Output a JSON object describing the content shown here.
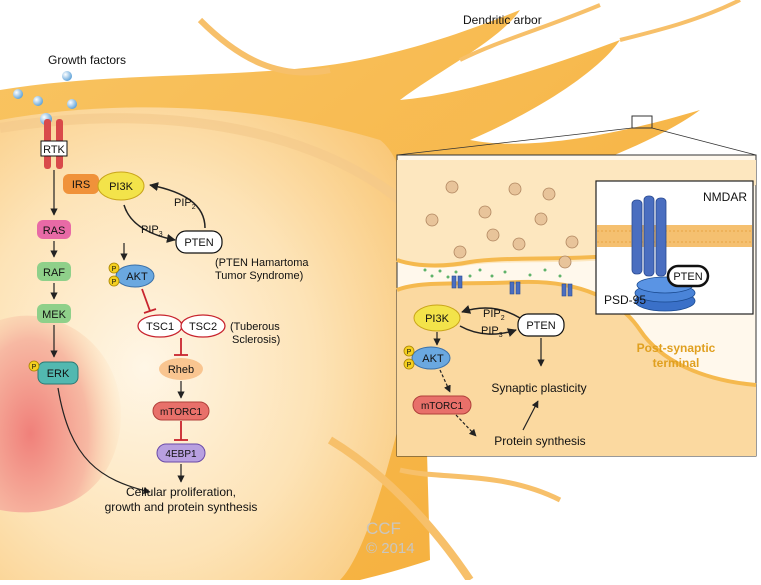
{
  "labels": {
    "growth_factors": "Growth factors",
    "dendritic_arbor": "Dendritic arbor",
    "rtk": "RTK",
    "irs": "IRS",
    "pi3k": "PI3K",
    "pip": "PIP",
    "pip2_sub": "2",
    "pip3_sub": "3",
    "pten": "PTEN",
    "pten_syndrome_1": "(PTEN Hamartoma",
    "pten_syndrome_2": "Tumor Syndrome)",
    "akt": "AKT",
    "phospho": "P",
    "ras": "RAS",
    "raf": "RAF",
    "mek": "MEK",
    "erk": "ERK",
    "tsc1": "TSC1",
    "tsc2": "TSC2",
    "tuberous_1": "(Tuberous",
    "tuberous_2": "Sclerosis)",
    "rheb": "Rheb",
    "mtorc1": "mTORC1",
    "ebp1": "4EBP1",
    "cellular_1": "Cellular proliferation,",
    "cellular_2": "growth and protein synthesis",
    "nmdar": "NMDAR",
    "psd95": "PSD-95",
    "post_synaptic_1": "Post-synaptic",
    "post_synaptic_2": "terminal",
    "synaptic_plasticity": "Synaptic plasticity",
    "protein_synthesis": "Protein synthesis",
    "ccf": "CCF",
    "copyright": "© 2014"
  },
  "colors": {
    "neuron_orange": "#f6b13c",
    "pink_node": "#e86aa6",
    "green_node": "#8fd08a",
    "teal_node": "#52b8b0",
    "blue_node": "#6aa8e0",
    "yellow_node": "#f3e34a",
    "red_outline": "#c8242e",
    "post_synaptic_text": "#e0a020"
  }
}
